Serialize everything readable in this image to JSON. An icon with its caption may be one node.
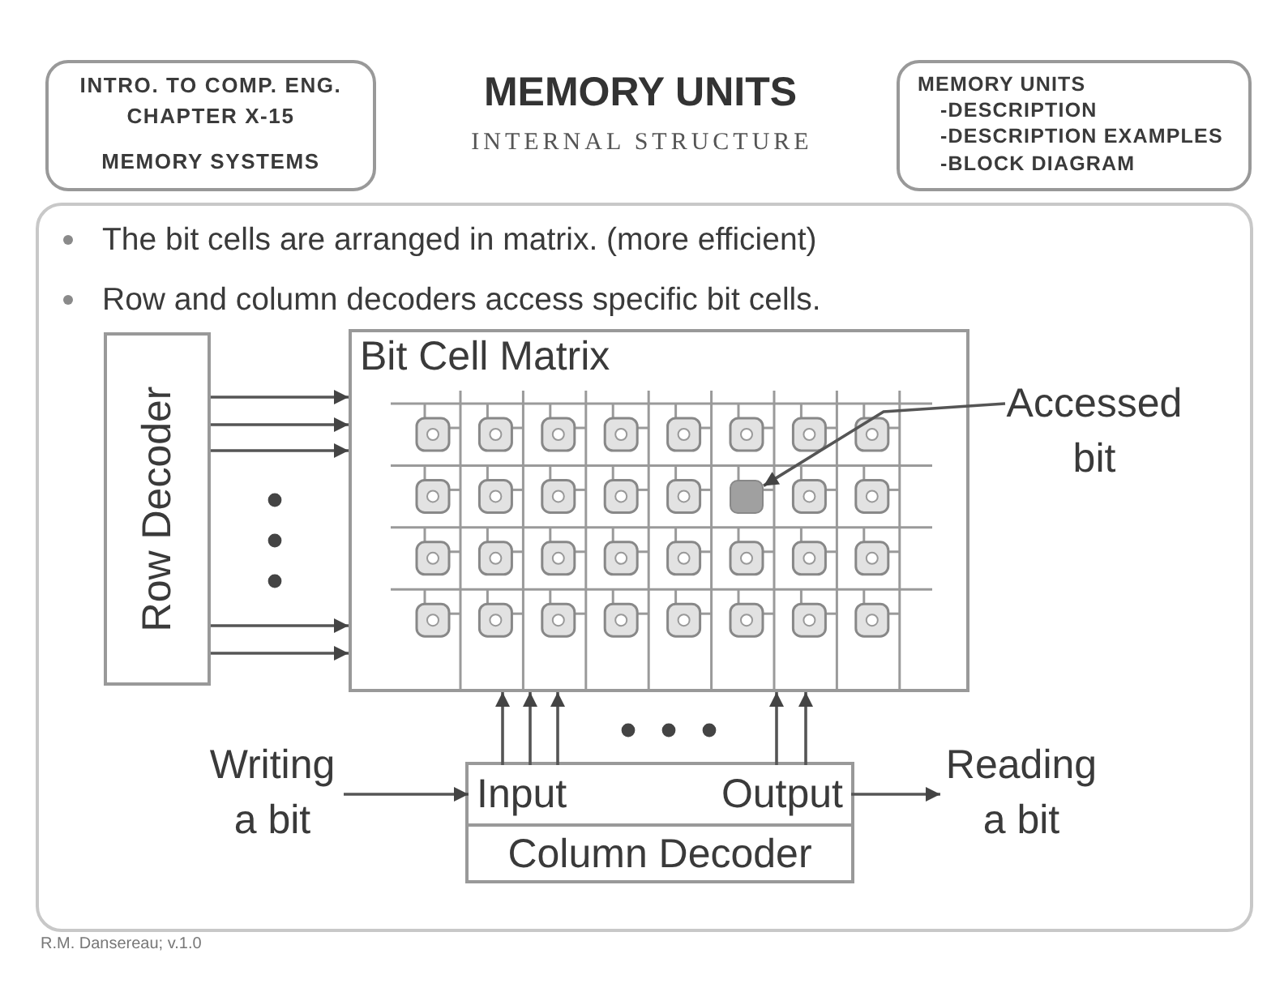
{
  "diagram": {
    "title": "MEMORY UNITS",
    "nodes": [
      {
        "text": [
          "INTRO. TO COMP. ENG. CHAPTER X-15",
          "MEMORY SYSTEMS"
        ]
      },
      {
        "text": [
          "MEMORY UNITS",
          "-DESCRIPTION",
          "-DESCRIPTION EXAMPLES",
          "-BLOCK DIAGRAM"
        ]
      },
      {
        "text": [
          "The bit cells are arranged in matrix. (more efficient)",
          "Row and column decoders access specific bit cells."
        ]
      },
      {
        "text": [
          "Row Decoder"
        ],
        "in": 2
      },
      {
        "text": [
          "Bit Cell Matrix"
        ],
        "in": 2
      },
      {
        "text": [],
        "shape": "box",
        "in": 4
      },
      {
        "text": [
          "Accessed bit"
        ],
        "in": 2
      },
      {
        "text": [
          "Column Decoder"
        ],
        "in": 2
      },
      {
        "text": [
          "Input"
        ],
        "in": 7
      },
      {
        "text": [
          "Output"
        ],
        "in": 7
      },
      {
        "text": [
          "Writing a bit"
        ],
        "in": 2
      },
      {
        "text": [
          "Reading a bit"
        ],
        "in": 2
      }
    ],
    "edges": [
      {
        "from": 3,
        "to": 4,
        "arrow": "to"
      },
      {
        "from": 3,
        "to": 4,
        "arrow": "to"
      },
      {
        "from": 3,
        "to": 4,
        "arrow": "to"
      },
      {
        "from": 3,
        "to": 4,
        "arrow": "to"
      },
      {
        "from": 3,
        "to": 4,
        "arrow": "to"
      },
      {
        "from": 8,
        "to": 4,
        "arrow": "to"
      },
      {
        "from": 8,
        "to": 4,
        "arrow": "to"
      },
      {
        "from": 8,
        "to": 4,
        "arrow": "to"
      },
      {
        "from": 9,
        "to": 4,
        "arrow": "to"
      },
      {
        "from": 9,
        "to": 4,
        "arrow": "to"
      },
      {
        "from": 6,
        "to": 5,
        "arrow": "to"
      },
      {
        "from": 10,
        "to": 8,
        "arrow": "to"
      },
      {
        "from": 9,
        "to": 11,
        "arrow": "to"
      }
    ],
    "labels": [
      "INTERNAL STRUCTURE",
      "R.M. Dansereau; v.1.0"
    ]
  }
}
